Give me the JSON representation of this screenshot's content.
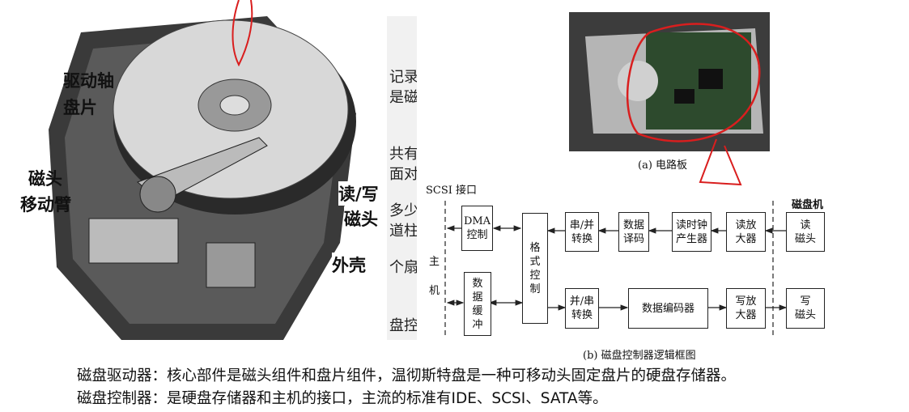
{
  "hdd_figure": {
    "labels": [
      "驱动轴",
      "盘片",
      "磁头",
      "移动臂",
      "读/写",
      "磁头",
      "外壳"
    ]
  },
  "side_fragments": [
    "记录",
    "是磁",
    "共有",
    "面对",
    "多少",
    "道柱",
    "个扇",
    "盘控"
  ],
  "photo": {
    "caption": "(a) 电路板"
  },
  "diagram": {
    "interface_label": "SCSI 接口",
    "host_label": [
      "主",
      "机"
    ],
    "drive_label": "磁盘机",
    "boxes": {
      "dma": "DMA\n控制",
      "buffer": "数\n据\n缓\n冲",
      "format": "格\n式\n控\n制",
      "s2p": "串/并\n转换",
      "decode": "数据\n译码",
      "clock": "读时钟\n产生器",
      "read_amp": "读放\n大器",
      "read_head": "读\n磁头",
      "p2s": "并/串\n转换",
      "encoder": "数据编码器",
      "write_amp": "写放\n大器",
      "write_head": "写\n磁头"
    },
    "caption": "(b) 磁盘控制器逻辑框图"
  },
  "text": {
    "line1": "磁盘驱动器：核心部件是磁头组件和盘片组件，温彻斯特盘是一种可移动头固定盘片的硬盘存储器。",
    "line2": "磁盘控制器：是硬盘存储器和主机的接口，主流的标准有IDE、SCSI、SATA等。"
  },
  "colors": {
    "annotation": "#d91e1e"
  }
}
